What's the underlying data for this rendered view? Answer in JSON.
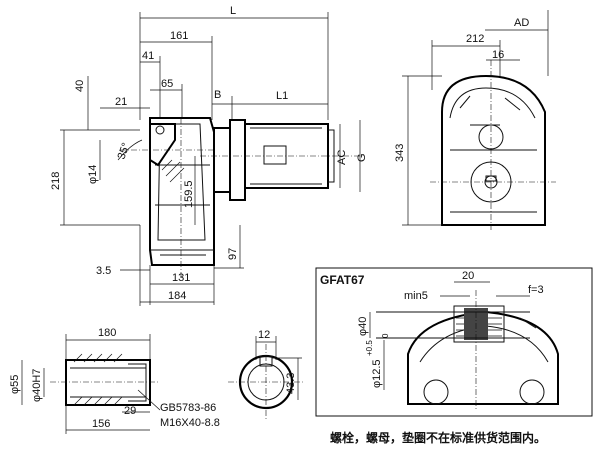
{
  "views": {
    "side": {
      "dims": {
        "L": "L",
        "d161": "161",
        "d41": "41",
        "d65": "65",
        "d21": "21",
        "d40": "40",
        "d218": "218",
        "d14": "φ14",
        "d35": "35°",
        "B": "B",
        "L1": "L1",
        "AC": "AC",
        "G": "G",
        "d1595": "159.5",
        "d97": "97",
        "d35b": "3.5",
        "d131": "131",
        "d184": "184"
      }
    },
    "front": {
      "dims": {
        "AD": "AD",
        "d212": "212",
        "d16": "16",
        "d343": "343"
      }
    },
    "shaft": {
      "dims": {
        "d180": "180",
        "d55": "φ55",
        "d40h7": "φ40H7",
        "d29": "29",
        "d156": "156",
        "std": "GB5783-86",
        "bolt": "M16X40-8.8"
      }
    },
    "section": {
      "dims": {
        "d12": "12",
        "d433": "43.3"
      }
    },
    "detail": {
      "title": "GFAT67",
      "dims": {
        "d20": "20",
        "min5": "min5",
        "f3": "f=3",
        "d40": "φ40",
        "d125": "φ12.5",
        "tol": "+0.5",
        "tol0": "0"
      }
    }
  },
  "caption": "螺栓，螺母，垫圈不在标准供货范围内。"
}
